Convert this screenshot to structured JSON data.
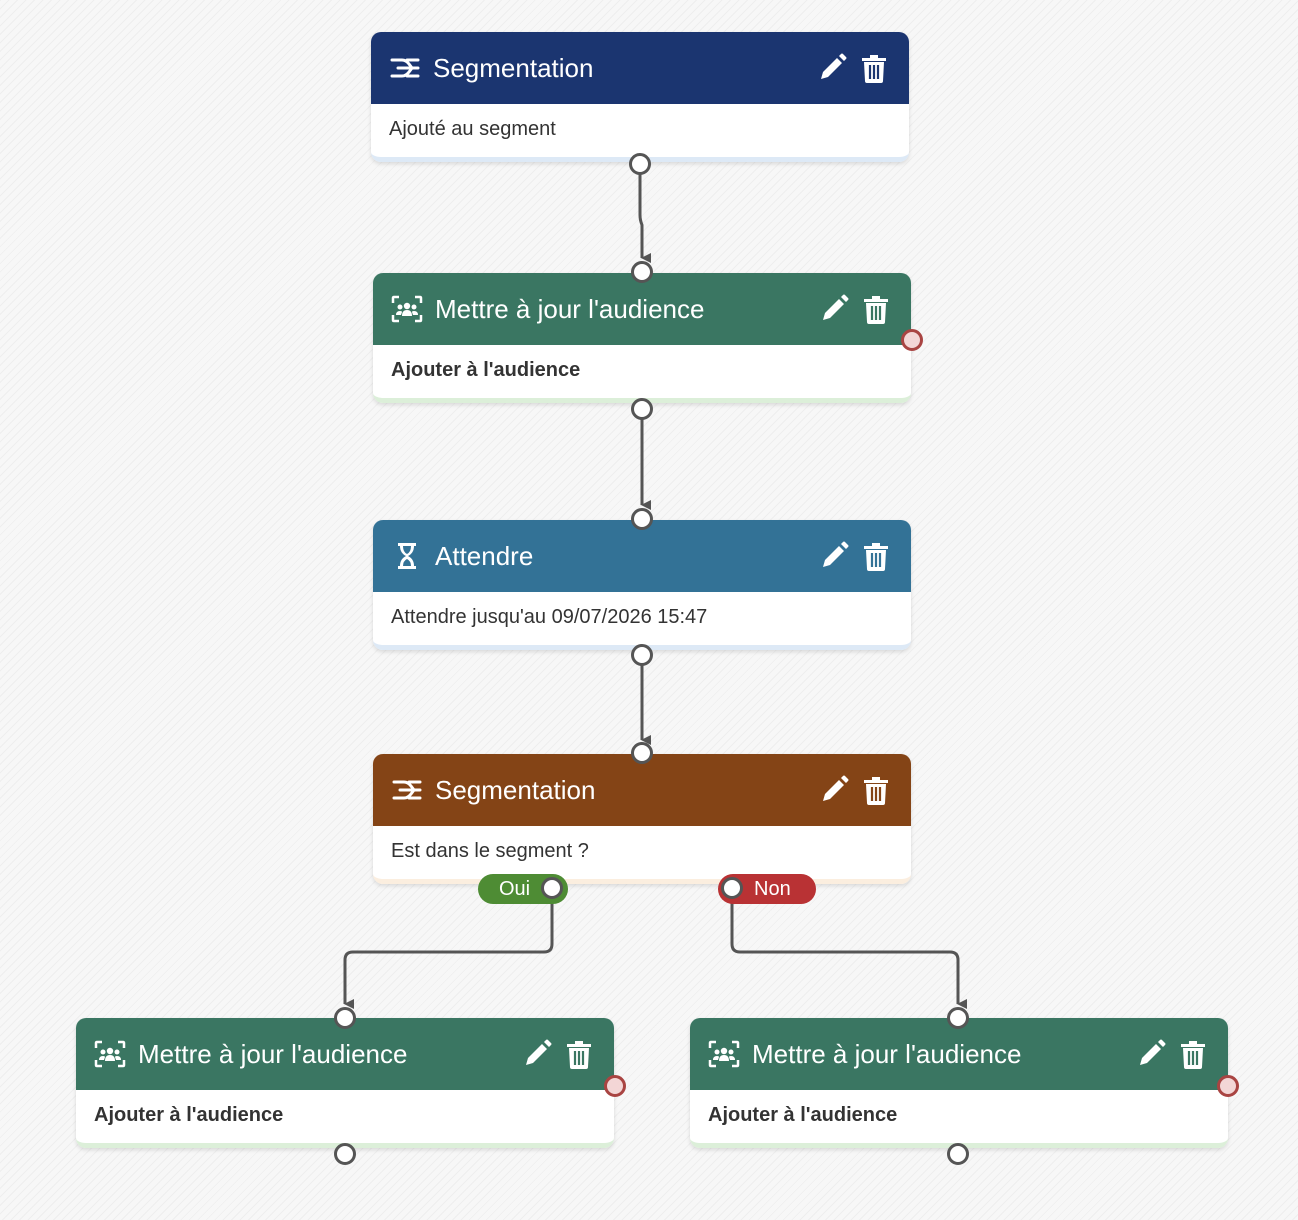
{
  "colors": {
    "navy": "#1b3570",
    "green": "#3a7662",
    "blue": "#337296",
    "brown": "#844416",
    "connector": "#555555",
    "pill_yes": "#4e8c34",
    "pill_no": "#b93234"
  },
  "nodes": [
    {
      "id": "segmentation-start",
      "title": "Segmentation",
      "body": "Ajouté au segment",
      "icon": "segment-icon",
      "color": "navy"
    },
    {
      "id": "update-audience-1",
      "title": "Mettre à jour l'audience",
      "body": "Ajouter à l'audience",
      "icon": "audience-icon",
      "color": "green"
    },
    {
      "id": "wait",
      "title": "Attendre",
      "body": "Attendre jusqu'au 09/07/2026 15:47",
      "icon": "hourglass-icon",
      "color": "blue"
    },
    {
      "id": "segmentation-check",
      "title": "Segmentation",
      "body": "Est dans le segment ?",
      "icon": "segment-icon",
      "color": "brown"
    },
    {
      "id": "update-audience-yes",
      "title": "Mettre à jour l'audience",
      "body": "Ajouter à l'audience",
      "icon": "audience-icon",
      "color": "green"
    },
    {
      "id": "update-audience-no",
      "title": "Mettre à jour l'audience",
      "body": "Ajouter à l'audience",
      "icon": "audience-icon",
      "color": "green"
    }
  ],
  "actions": {
    "edit_icon": "pencil-icon",
    "delete_icon": "trash-icon"
  },
  "branches": {
    "yes": "Oui",
    "no": "Non"
  }
}
